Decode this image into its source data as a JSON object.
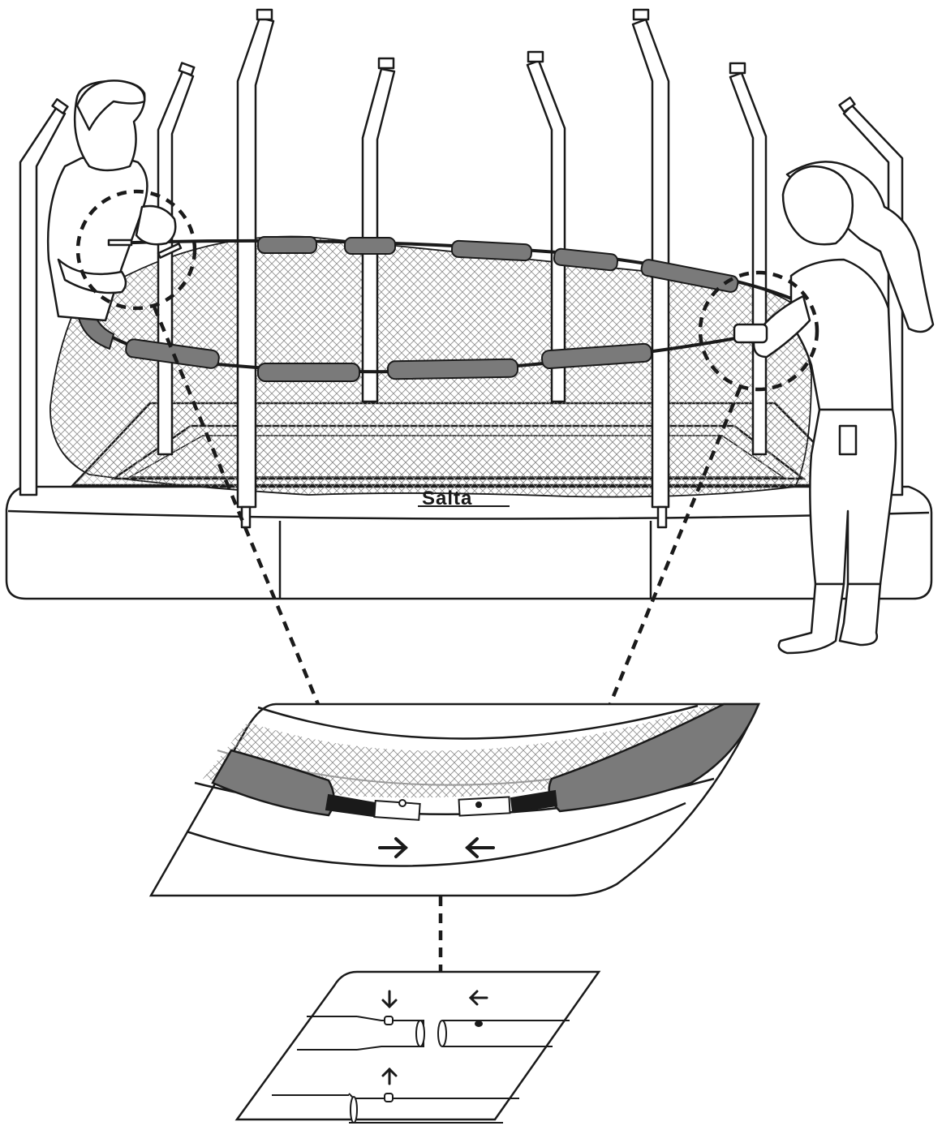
{
  "diagram": {
    "brand_label": "Salta",
    "colors": {
      "ink": "#1a1a1a",
      "padding": "#7a7a7a",
      "net": "#9a9a9a",
      "background": "#ffffff"
    },
    "panels": [
      {
        "name": "overview",
        "description_icons": [
          "trampoline-frame-icon",
          "safety-net-icon",
          "person-left-icon",
          "person-right-icon"
        ]
      },
      {
        "name": "zoom-connect-tubes",
        "arrows": [
          "arrow-right-icon",
          "arrow-left-icon"
        ]
      },
      {
        "name": "zoom-pin-lock",
        "arrows": [
          "arrow-down-icon",
          "arrow-left-icon",
          "arrow-up-icon"
        ]
      }
    ]
  }
}
